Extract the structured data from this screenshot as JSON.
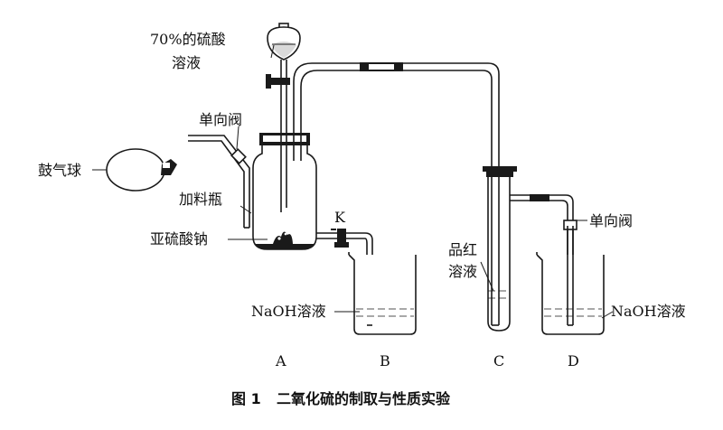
{
  "labels": {
    "acid_line1": "70%的硫酸",
    "acid_line2": "溶液",
    "check_valve_a": "单向阀",
    "bulb": "鼓气球",
    "feed_bottle": "加料瓶",
    "sulfite": "亚硫酸钠",
    "k": "K",
    "naoh_b": "NaOH溶液",
    "dye_line1": "品红",
    "dye_line2": "溶液",
    "check_valve_d": "单向阀",
    "naoh_d": "NaOH溶液"
  },
  "apparatus": {
    "a": "A",
    "b": "B",
    "c": "C",
    "d": "D"
  },
  "caption": {
    "fig_no": "图 1",
    "title": "二氧化硫的制取与性质实验"
  }
}
